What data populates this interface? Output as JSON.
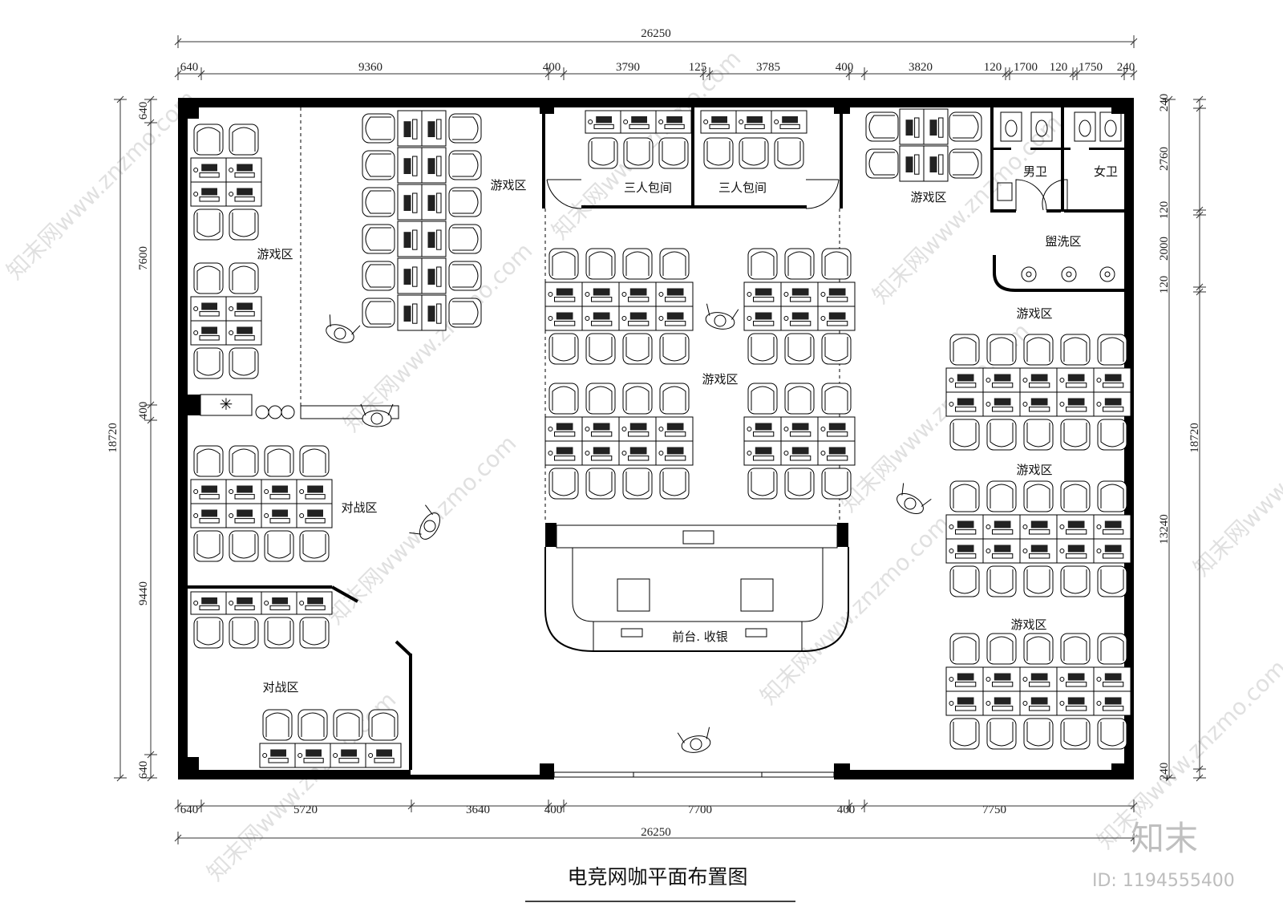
{
  "title": "电竞网咖平面布置图",
  "dims": {
    "top_total": "26250",
    "top_segments": [
      "640",
      "9360",
      "400",
      "3790",
      "125",
      "3785",
      "400",
      "3820",
      "120",
      "1700",
      "120",
      "1750",
      "240"
    ],
    "bottom_segments": [
      "640",
      "5720",
      "3640",
      "400",
      "7700",
      "400",
      "7750"
    ],
    "bottom_total": "26250",
    "left_total": "18720",
    "left_segments": [
      "640",
      "7600",
      "400",
      "9440",
      "640"
    ],
    "right_total": "18720",
    "right_segments": [
      "240",
      "2760",
      "120",
      "2000",
      "120",
      "13240",
      "240"
    ]
  },
  "rooms": {
    "game_a": "游戏区",
    "game_b": "游戏区",
    "game_c": "游戏区",
    "game_center": "游戏区",
    "game_right1": "游戏区",
    "game_right2": "游戏区",
    "game_right3": "游戏区",
    "battle_a": "对战区",
    "battle_b": "对战区",
    "private1": "三人包间",
    "private2": "三人包间",
    "male_wc": "男卫",
    "female_wc": "女卫",
    "wash": "盥洗区",
    "front_desk": "前台. 收银"
  },
  "watermark": {
    "text": "知末网www.znzmo.com",
    "brand": "知末",
    "id": "ID: 1194555400"
  }
}
